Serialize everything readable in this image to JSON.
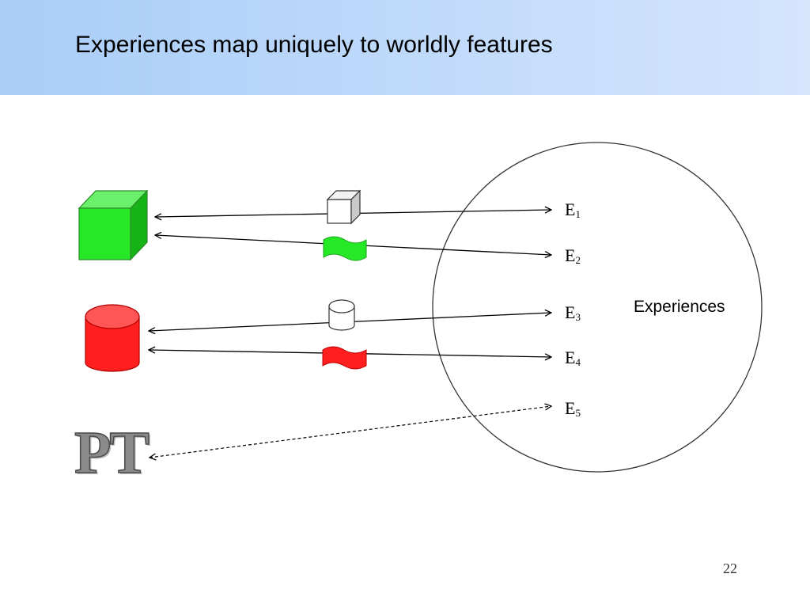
{
  "slide": {
    "title": "Experiences map uniquely to worldly features",
    "page_number": "22"
  },
  "colors": {
    "header_gradient_start": "#a9cdf7",
    "header_gradient_end": "#d4e5fc",
    "green": "#27e827",
    "red": "#ff1f1f",
    "outline": "#333333"
  },
  "experiences_set": {
    "label": "Experiences",
    "items": [
      {
        "letter": "E",
        "index": "1"
      },
      {
        "letter": "E",
        "index": "2"
      },
      {
        "letter": "E",
        "index": "3"
      },
      {
        "letter": "E",
        "index": "4"
      },
      {
        "letter": "E",
        "index": "5"
      }
    ]
  },
  "worldly_features": {
    "green_cube": "green-cube-icon",
    "red_cylinder": "red-cylinder-icon",
    "pt_logo": "PT"
  },
  "sense_data_icons": [
    "white-cube-icon",
    "green-wave-icon",
    "white-cylinder-icon",
    "red-wave-icon"
  ],
  "mappings": [
    {
      "from": "green_cube",
      "via": "white-cube-icon",
      "to": "E1",
      "style": "solid"
    },
    {
      "from": "green_cube",
      "via": "green-wave-icon",
      "to": "E2",
      "style": "solid"
    },
    {
      "from": "red_cylinder",
      "via": "white-cylinder-icon",
      "to": "E3",
      "style": "solid"
    },
    {
      "from": "red_cylinder",
      "via": "red-wave-icon",
      "to": "E4",
      "style": "solid"
    },
    {
      "from": "pt_logo",
      "via": "",
      "to": "E5",
      "style": "dashed"
    }
  ]
}
